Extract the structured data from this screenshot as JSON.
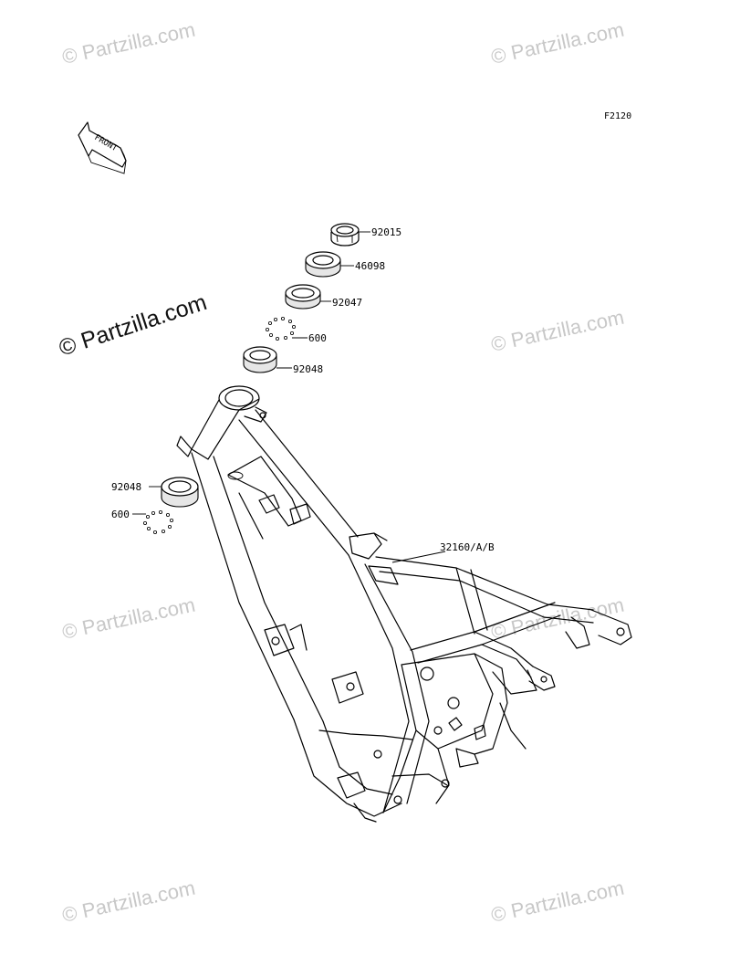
{
  "figure_code": "F2120",
  "front_arrow_label": "FRONT",
  "watermark": {
    "text": "© Partzilla.com"
  },
  "callouts": [
    {
      "id": "bearing-race-top",
      "label": "92015"
    },
    {
      "id": "dust-seal",
      "label": "46098"
    },
    {
      "id": "upper-race",
      "label": "92047"
    },
    {
      "id": "balls-upper",
      "label": "600"
    },
    {
      "id": "race-upper",
      "label": "92048"
    },
    {
      "id": "race-lower",
      "label": "92048"
    },
    {
      "id": "balls-lower",
      "label": "600"
    },
    {
      "id": "frame",
      "label": "32160/A/B"
    }
  ]
}
